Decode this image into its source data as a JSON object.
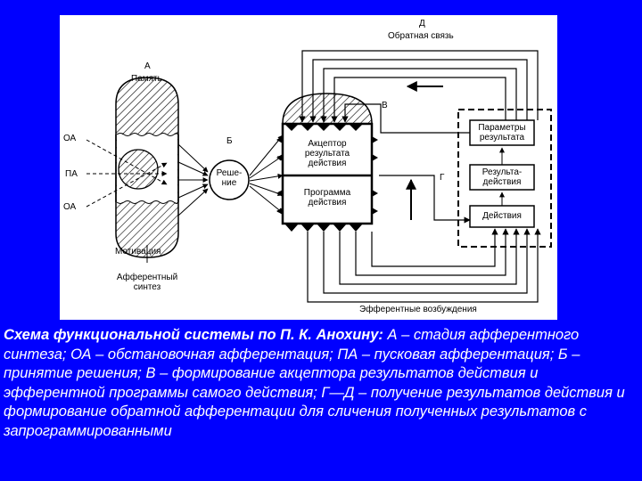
{
  "colors": {
    "background": "#0000ff",
    "panel": "#ffffff",
    "ink": "#000000",
    "caption_text": "#ffffff"
  },
  "diagram": {
    "labels": {
      "d_letter": "Д",
      "feedback": "Обратная связь",
      "a_letter": "А",
      "memory": "Память",
      "v_letter": "В",
      "b_letter": "Б",
      "g_letter": "Г",
      "oa_top": "ОА",
      "pa": "ПА",
      "oa_bottom": "ОА",
      "acceptor": "Акцептор\nрезультата\nдействия",
      "decision": "Реше-\nние",
      "program": "Программа\nдействия",
      "result_params": "Параметры\nрезультата",
      "action_results": "Результа-\nдействия",
      "actions": "Действия",
      "motivation": "Мотивация",
      "afferent_synthesis": "Афферентный\nсинтез",
      "efferent_excitation": "Эфферентные возбуждения"
    }
  },
  "caption": {
    "title": "Схема функциональной системы по П. К. Анохину:",
    "body": " А – стадия афферентного синтеза; ОА – обстановочная афферентация; ПА – пусковая афферентация; Б – принятие решения; В – формирование акцептора результатов действия и эфферентной программы самого действия; Г—Д – получение результатов действия и формирование обратной афферентации для сличения полученных результатов с запрограммированными"
  }
}
